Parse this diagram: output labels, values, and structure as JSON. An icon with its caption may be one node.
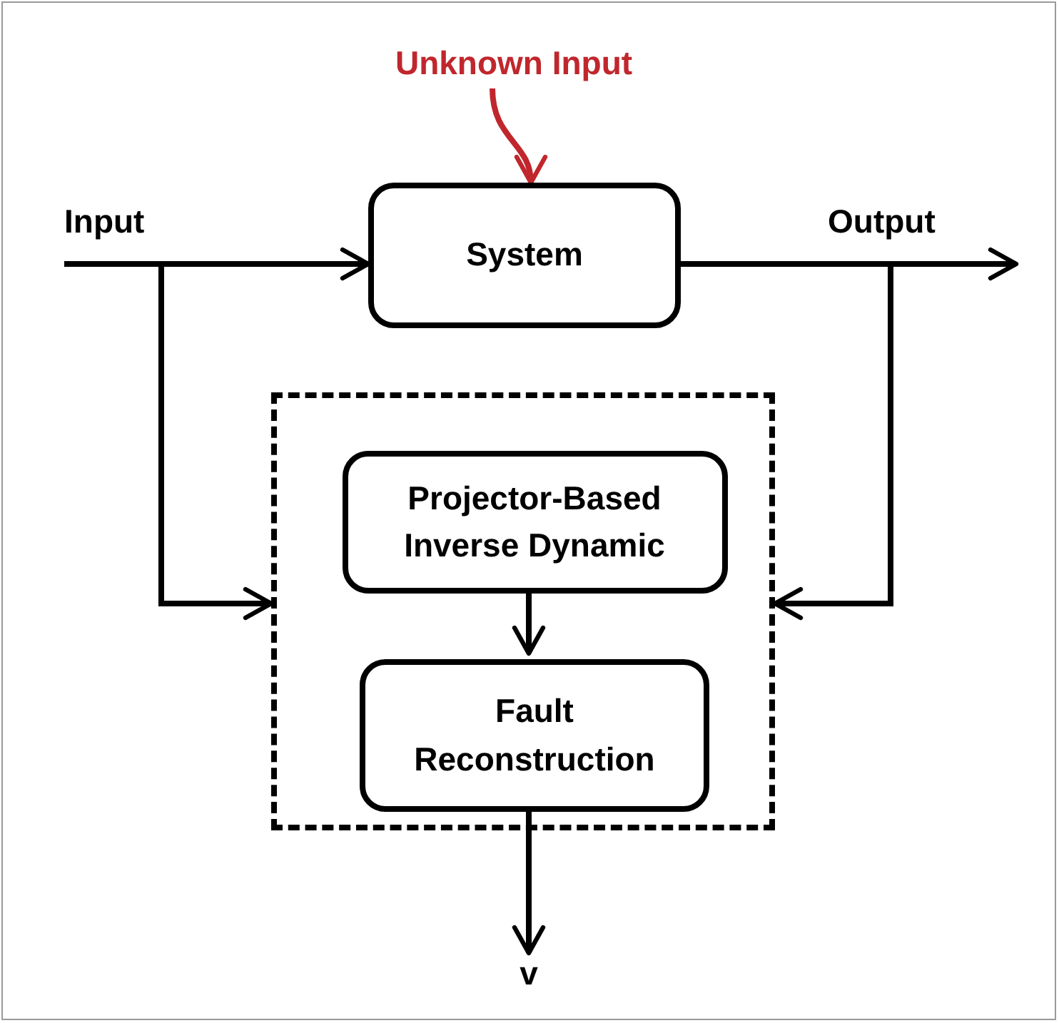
{
  "diagram": {
    "nodes": [
      {
        "text": [
          "Unknown Input"
        ]
      },
      {
        "text": [
          "System"
        ]
      },
      {
        "text": [],
        "shape": "box"
      },
      {
        "text": [
          "Projector-Based Inverse Dynamic"
        ],
        "in": 2
      },
      {
        "text": [
          "Fault Reconstruction"
        ],
        "in": 2
      },
      {
        "text": [
          "v"
        ]
      }
    ],
    "edges": [
      {
        "from": 0,
        "to": 1,
        "arrow": "to",
        "color": "#c0272d"
      },
      {
        "from": null,
        "to": 1,
        "arrow": "to",
        "label": "Input"
      },
      {
        "from": 1,
        "to": null,
        "arrow": "to",
        "label": "Output"
      },
      {
        "from": null,
        "to": 2,
        "arrow": "to"
      },
      {
        "from": 1,
        "to": 2,
        "arrow": "to"
      },
      {
        "from": 3,
        "to": 4,
        "arrow": "to"
      },
      {
        "from": 4,
        "to": 5,
        "arrow": "to"
      }
    ]
  }
}
